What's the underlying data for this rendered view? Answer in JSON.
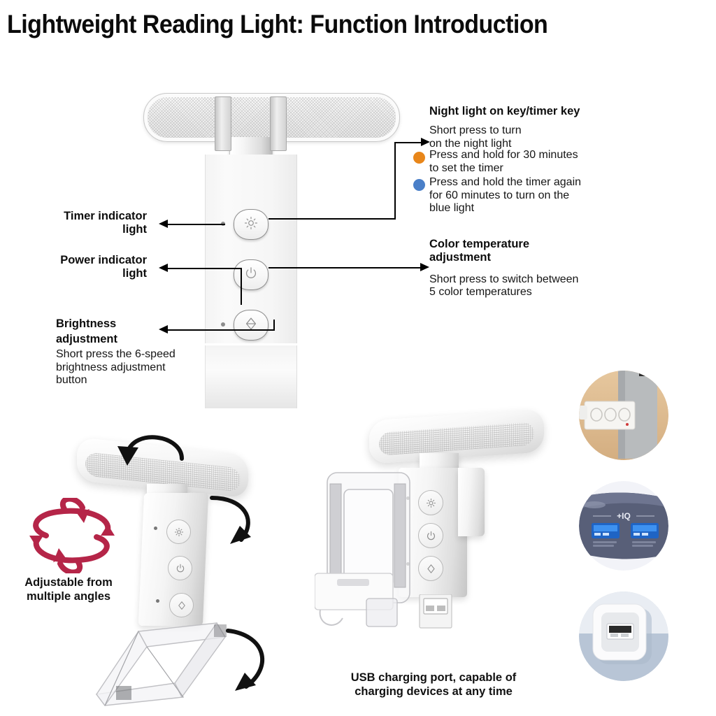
{
  "title": "Lightweight Reading Light: Function Introduction",
  "annotations": {
    "night_light": {
      "heading": "Night light on key/timer key",
      "line1": "Short press to turn",
      "line2": "on the night light",
      "bullet_orange_l1": "Press and hold for 30 minutes",
      "bullet_orange_l2": "to set the timer",
      "bullet_blue_l1": "Press and hold the timer again",
      "bullet_blue_l2": "for 60 minutes to turn on the",
      "bullet_blue_l3": "blue light",
      "orange_color": "#E8861A",
      "blue_color": "#4A7FC8"
    },
    "color_temp": {
      "heading_l1": "Color temperature",
      "heading_l2": "adjustment",
      "body_l1": "Short press to switch between",
      "body_l2": "5 color temperatures"
    },
    "timer_indicator": {
      "l1": "Timer indicator",
      "l2": "light"
    },
    "power_indicator": {
      "l1": "Power indicator",
      "l2": "light"
    },
    "brightness": {
      "heading_l1": "Brightness",
      "heading_l2": "adjustment",
      "body_l1": "Short press the 6-speed",
      "body_l2": "brightness adjustment",
      "body_l3": "button"
    }
  },
  "captions": {
    "adjustable_l1": "Adjustable from",
    "adjustable_l2": "multiple angles",
    "usb_l1": "USB charging port, capable of",
    "usb_l2": "charging devices at any time",
    "rotation_icon_color": "#B52548"
  },
  "thumbnails": [
    {
      "name": "lamp-clipped-to-laptop"
    },
    {
      "name": "power-bank-dual-usb",
      "badge": "+IQ"
    },
    {
      "name": "usb-wall-charger"
    }
  ],
  "buttons": {
    "night_light": "sun-icon",
    "power": "power-icon",
    "brightness": "diamond-arrows-icon"
  }
}
